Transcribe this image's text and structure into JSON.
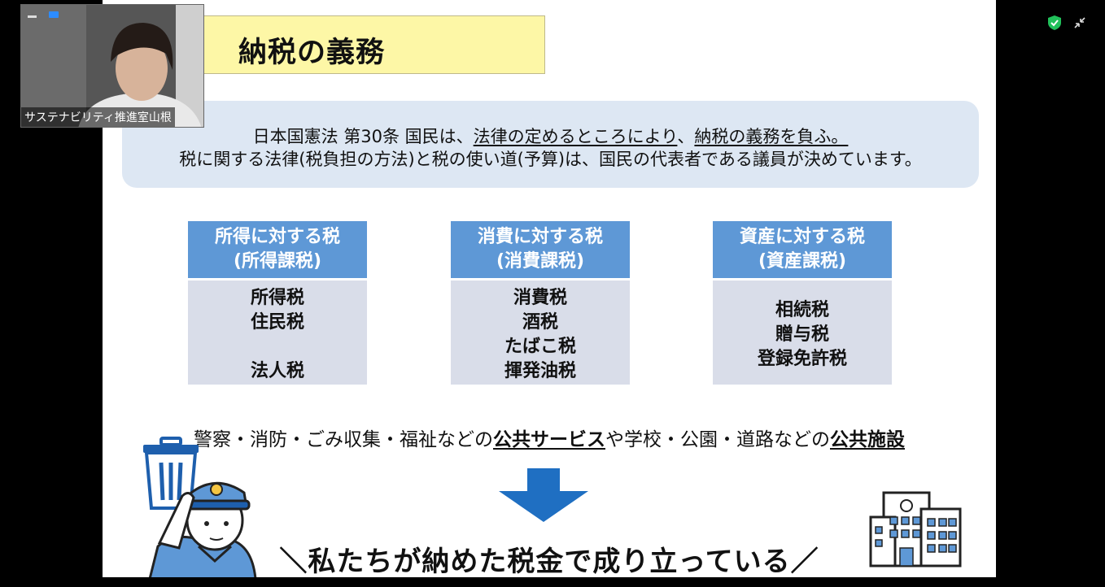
{
  "slide": {
    "title": "納税の義務",
    "law_prefix": "日本国憲法 第30条 国民は、",
    "law_underlined_1": "法律の定めるところにより",
    "law_comma": "、",
    "law_underlined_2": "納税の義務を負ふ。",
    "law_line2": "税に関する法律(税負担の方法)と税の使い道(予算)は、国民の代表者である議員が決めています。",
    "categories": [
      {
        "title": "所得に対する税",
        "subtitle": "(所得課税)",
        "items": [
          "所得税",
          "住民税",
          "",
          "法人税"
        ]
      },
      {
        "title": "消費に対する税",
        "subtitle": "(消費課税)",
        "items": [
          "消費税",
          "酒税",
          "たばこ税",
          "揮発油税"
        ]
      },
      {
        "title": "資産に対する税",
        "subtitle": "(資産課税)",
        "items": [
          "相続税",
          "贈与税",
          "登録免許税"
        ]
      }
    ],
    "services_prefix": "警察・消防・ごみ収集・福祉などの",
    "services_underlined_1": "公共サービス",
    "services_middle": "や学校・公園・道路などの",
    "services_underlined_2": "公共施設",
    "slogan": "＼私たちが納めた税金で成り立っている／"
  },
  "video": {
    "participant_name": "サステナビリティ推進室山根"
  },
  "colors": {
    "title_bg": "#fdf7a6",
    "law_bg": "#dde7f3",
    "category_header": "#5e98d6",
    "category_body": "#d9dde9",
    "arrow": "#1f6fc2",
    "shield": "#21c05a"
  }
}
